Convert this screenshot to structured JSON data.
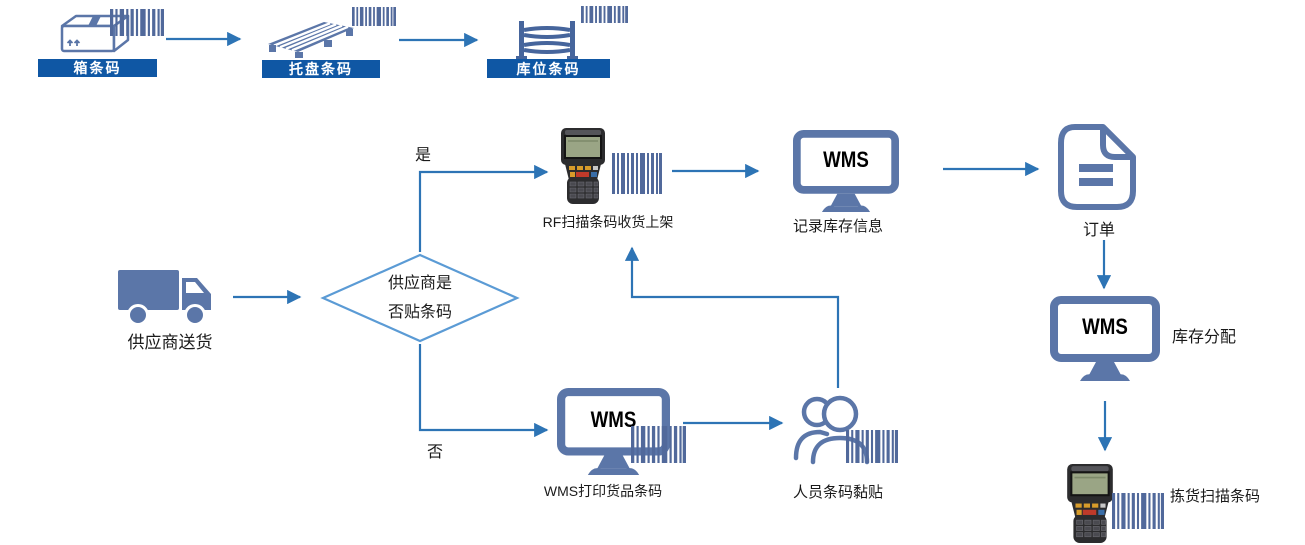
{
  "legend": {
    "box_label": "箱条码",
    "pallet_label": "托盘条码",
    "rack_label": "库位条码"
  },
  "flow": {
    "supplier_label": "供应商送货",
    "decision_line1": "供应商是",
    "decision_line2": "否贴条码",
    "yes_label": "是",
    "no_label": "否",
    "rf_receive_label": "RF扫描条码收货上架",
    "wms_screen_text": "WMS",
    "record_inventory_label": "记录库存信息",
    "order_label": "订单",
    "allocation_label": "库存分配",
    "pick_scan_label": "拣货扫描条码",
    "wms_print_label": "WMS打印货品条码",
    "people_paste_label": "人员条码黏贴"
  },
  "colors": {
    "icon_blue": "#5b76a8",
    "label_bar_blue": "#0f57a4",
    "arrow_blue": "#2d74b5",
    "diamond_outline": "#5b9bd5",
    "barcode_blue": "#51699b"
  }
}
